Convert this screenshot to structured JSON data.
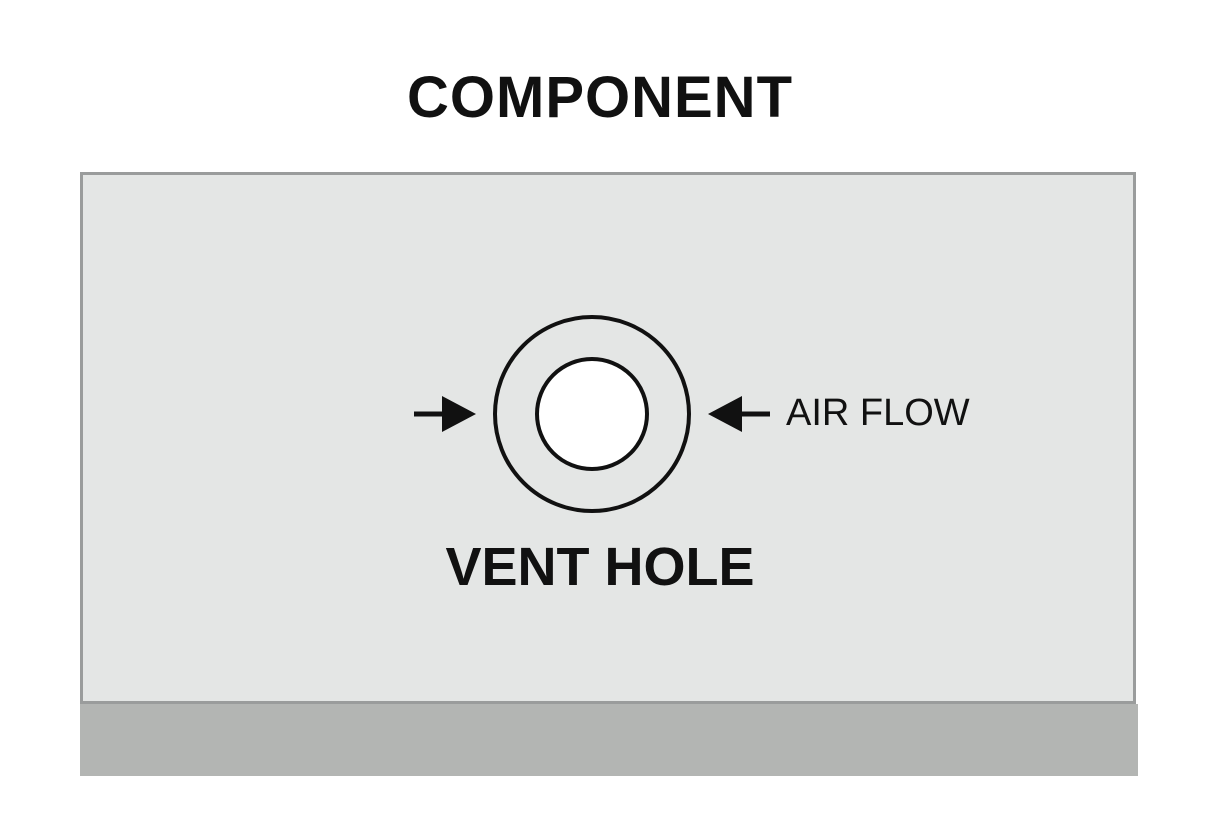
{
  "diagram": {
    "title": "COMPONENT",
    "vent_label": "VENT HOLE",
    "air_flow_label": "AIR FLOW",
    "colors": {
      "panel_fill": "#e4e6e5",
      "panel_border": "#9a9c9c",
      "base_fill": "#b3b5b3",
      "stroke": "#111111",
      "hole_fill": "#ffffff"
    },
    "arrows": [
      {
        "id": "left-arrow",
        "direction": "right"
      },
      {
        "id": "right-arrow",
        "direction": "left"
      }
    ]
  }
}
